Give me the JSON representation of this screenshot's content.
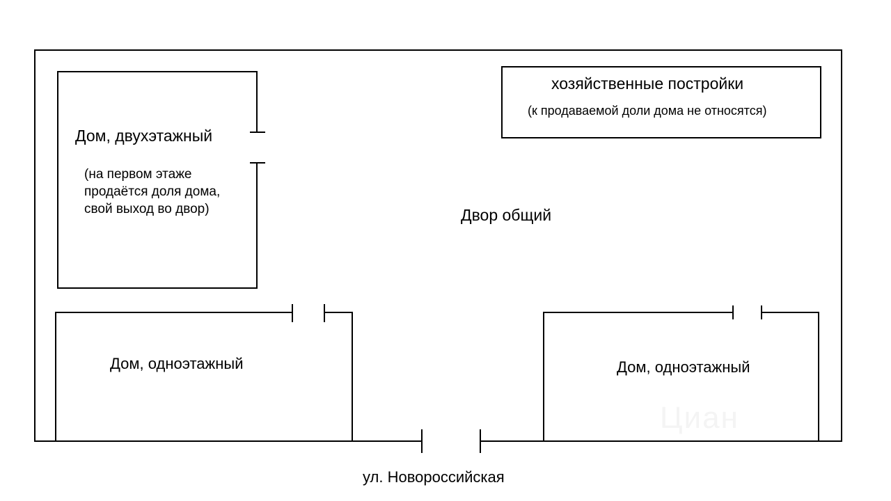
{
  "two_storey_house": {
    "title": "Дом, двухэтажный",
    "note_lines": [
      "(на первом этаже",
      "продаётся доля дома,",
      "свой выход во двор)"
    ]
  },
  "outbuildings": {
    "title": "хозяйственные постройки",
    "note": "(к продаваемой доли дома не относятся)"
  },
  "courtyard": {
    "label": "Двор общий"
  },
  "house_left": {
    "label": "Дом, одноэтажный"
  },
  "house_right": {
    "label": "Дом, одноэтажный"
  },
  "street": {
    "label": "ул. Новороссийская"
  },
  "watermark": {
    "text": "Циан"
  },
  "colors": {
    "line": "#000000",
    "background": "#ffffff"
  }
}
